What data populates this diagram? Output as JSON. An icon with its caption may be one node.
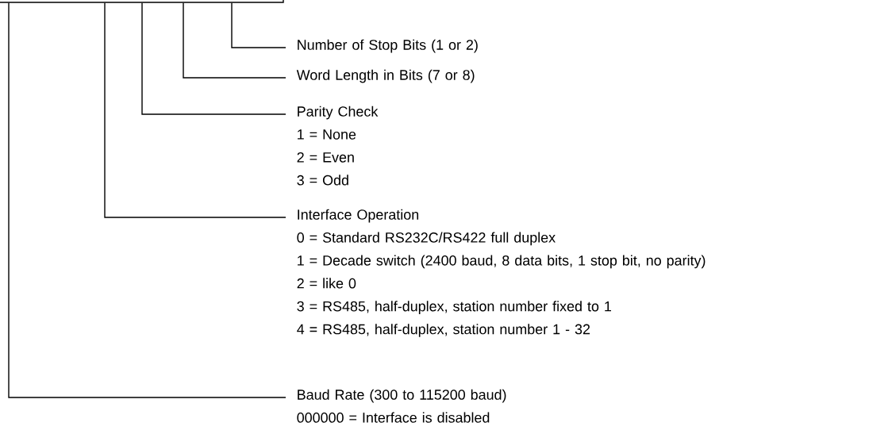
{
  "diagram": {
    "nodes": [
      {
        "text": [],
        "shape": "box"
      },
      {
        "text": [
          "Number of Stop Bits (1 or 2)"
        ]
      },
      {
        "text": [
          "Word Length in Bits (7 or 8)"
        ]
      },
      {
        "text": [
          "Parity Check",
          "1 = None",
          "2 = Even",
          "3 = Odd"
        ]
      },
      {
        "text": [
          "Interface Operation",
          "0 = Standard RS232C/RS422 full duplex",
          "1 = Decade switch (2400 baud, 8 data bits, 1 stop bit, no parity)",
          "2 = like 0",
          "3 = RS485, half-duplex, station number fixed to 1",
          "4 = RS485, half-duplex, station number 1 - 32"
        ]
      },
      {
        "text": [
          "Baud Rate (300 to 115200 baud)",
          "000000 = Interface is disabled"
        ]
      }
    ],
    "edges": [
      {
        "from": 0,
        "to": 1,
        "arrow": "none"
      },
      {
        "from": 0,
        "to": 2,
        "arrow": "none"
      },
      {
        "from": 0,
        "to": 3,
        "arrow": "none"
      },
      {
        "from": 0,
        "to": 4,
        "arrow": "none"
      },
      {
        "from": 0,
        "to": 5,
        "arrow": "none"
      }
    ]
  }
}
